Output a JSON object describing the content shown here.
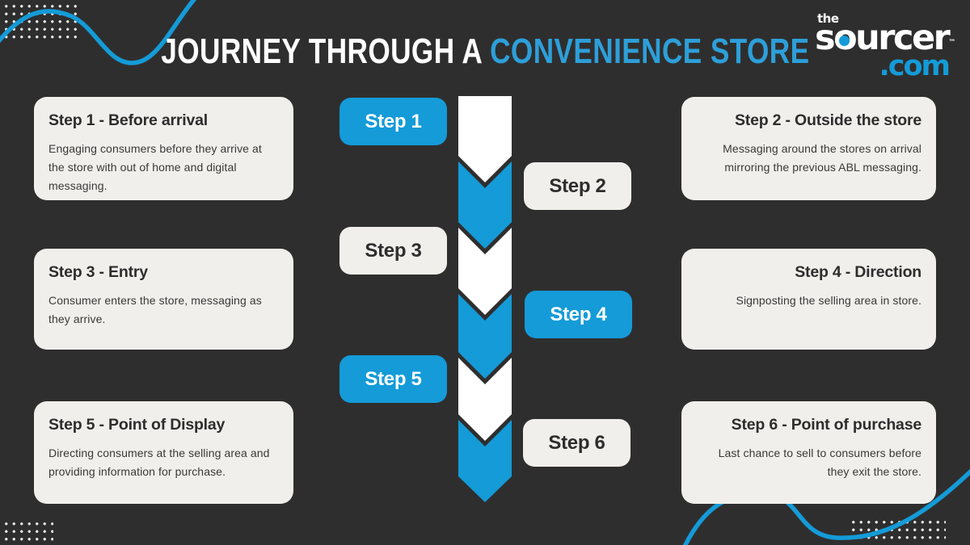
{
  "title": {
    "prefix": "JOURNEY THROUGH A",
    "highlight": "CONVENIENCE STORE"
  },
  "logo": {
    "the": "the",
    "s": "s",
    "o": "o",
    "urcer": "urcer",
    "tm": "™",
    "com": ".com"
  },
  "steps": [
    {
      "pill": "Step 1",
      "pill_style": "blue",
      "side": "left",
      "heading": "Step 1 - Before arrival",
      "body": "Engaging consumers before they arrive at the store with out of home and digital messaging."
    },
    {
      "pill": "Step 2",
      "pill_style": "light",
      "side": "right",
      "heading": "Step 2 - Outside the store",
      "body": "Messaging around the stores on arrival mirroring the previous ABL messaging."
    },
    {
      "pill": "Step 3",
      "pill_style": "light",
      "side": "left",
      "heading": "Step 3 - Entry",
      "body": "Consumer enters the store, messaging as they arrive."
    },
    {
      "pill": "Step 4",
      "pill_style": "blue",
      "side": "right",
      "heading": "Step 4 - Direction",
      "body": "Signposting  the selling area in store."
    },
    {
      "pill": "Step 5",
      "pill_style": "blue",
      "side": "left",
      "heading": "Step  5 - Point of Display",
      "body": "Directing consumers at the selling area and providing information for purchase."
    },
    {
      "pill": "Step 6",
      "pill_style": "light",
      "side": "right",
      "heading": "Step 6 - Point of purchase",
      "body": "Last chance to sell to consumers before they exit the store."
    }
  ],
  "colors": {
    "background": "#2f2e2e",
    "accent_blue": "#149bd8",
    "card_background": "#f0efeb",
    "dark_text": "#2e2d2d",
    "white": "#ffffff"
  }
}
